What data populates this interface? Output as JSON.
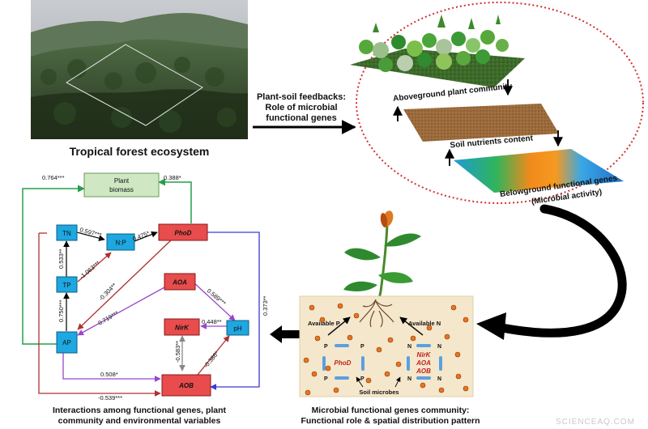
{
  "forest": {
    "caption": "Tropical forest ecosystem"
  },
  "feedback": {
    "line1": "Plant-soil feedbacks:",
    "line2": "Role of microbial",
    "line3": "functional genes"
  },
  "ellipse": {
    "aboveground": "Aboveground plant community",
    "soil_nutrients": "Soil nutrients content",
    "belowground_line1": "Belowground functional genes",
    "belowground_line2": "(Microbial activity)"
  },
  "network": {
    "plant_biomass_line1": "Plant",
    "plant_biomass_line2": "biomass",
    "nodes": {
      "tn": "TN",
      "np": "N:P",
      "tp": "TP",
      "ap": "AP",
      "phod": "PhoD",
      "aoa": "AOA",
      "nirk": "NirK",
      "ph": "pH",
      "aob": "AOB"
    },
    "coefficients": {
      "ap_biomass": "0.764***",
      "phod_biomass": "0.388*",
      "tn_np": "0.597***",
      "np_phod": "0.475*",
      "tp_tn": "0.533**",
      "tp_np": "-1.063***",
      "ap_tp": "0.750***",
      "phod_ap": "-0.304**",
      "aoa_ap": "0.719***",
      "aoa_ph": "0.589***",
      "nirk_ph": "0.448**",
      "nirk_aob": "-0.583**",
      "aob_ph": "-0.386*",
      "phod_aob": "0.373**",
      "ap_aob": "0.508*",
      "ap_aob_neg": "-0.539***"
    },
    "caption_line1": "Interactions among functional genes, plant",
    "caption_line2": "community and environmental variables"
  },
  "microbial": {
    "available_p": "Available P",
    "available_n": "Available N",
    "phod": "PhoD",
    "nirk": "NirK",
    "aoa": "AOA",
    "aob": "AOB",
    "p_symbol": "P",
    "n_symbol": "N",
    "soil_microbes": "Soil microbes",
    "caption_line1": "Microbial functional genes community:",
    "caption_line2": "Functional role & spatial distribution pattern"
  },
  "watermark": "SCIENCEAQ.COM",
  "colors": {
    "green": "#22a04b",
    "red": "#b03030",
    "blue": "#3a3ad8",
    "purple": "#9a46c9",
    "node_blue": "#1ea7e0",
    "node_red": "#e84c4c",
    "biomass_green": "#cfe8c3",
    "ellipse_red": "#d03030"
  }
}
